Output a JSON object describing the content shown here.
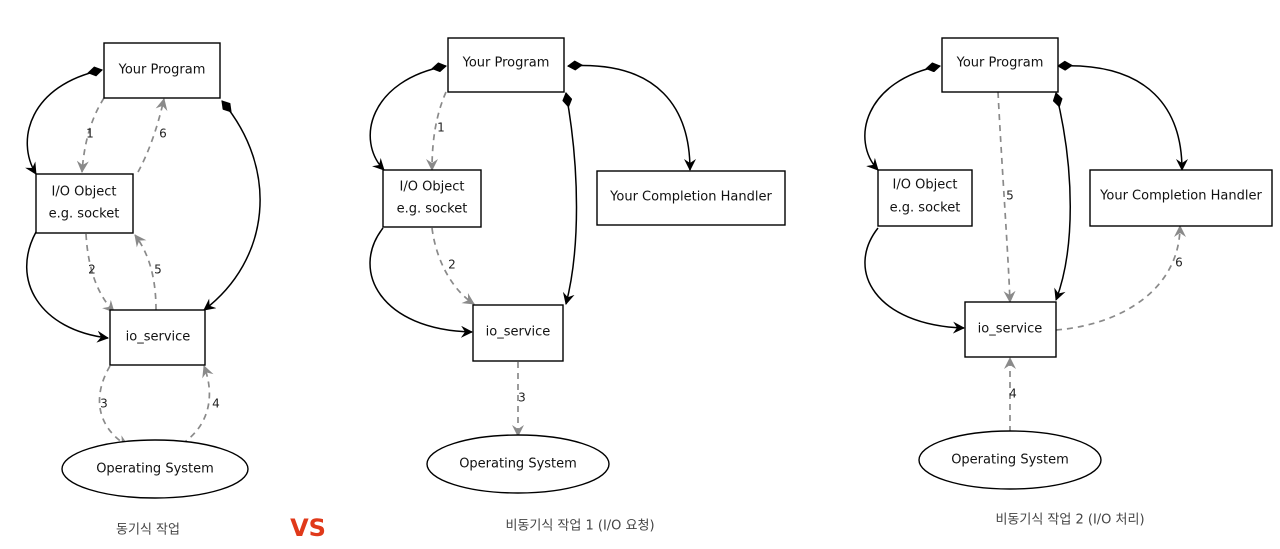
{
  "vs_label": "VS",
  "colors": {
    "solid_edge": "#000000",
    "dashed_edge": "#8a8a8a",
    "vs": "#e0391a"
  },
  "diagrams": [
    {
      "caption": "동기식 작업",
      "nodes": {
        "program": "Your Program",
        "io_object_line1": "I/O Object",
        "io_object_line2": "e.g. socket",
        "io_service": "io_service",
        "os": "Operating System"
      },
      "step_labels": [
        "1",
        "6",
        "2",
        "5",
        "3",
        "4"
      ]
    },
    {
      "caption": "비동기식 작업 1 (I/O 요청)",
      "nodes": {
        "program": "Your Program",
        "io_object_line1": "I/O Object",
        "io_object_line2": "e.g. socket",
        "completion_handler": "Your Completion Handler",
        "io_service": "io_service",
        "os": "Operating System"
      },
      "step_labels": [
        "1",
        "2",
        "3"
      ]
    },
    {
      "caption": "비동기식 작업 2 (I/O 처리)",
      "nodes": {
        "program": "Your Program",
        "io_object_line1": "I/O Object",
        "io_object_line2": "e.g. socket",
        "completion_handler": "Your Completion Handler",
        "io_service": "io_service",
        "os": "Operating System"
      },
      "step_labels": [
        "5",
        "6",
        "4"
      ]
    }
  ]
}
